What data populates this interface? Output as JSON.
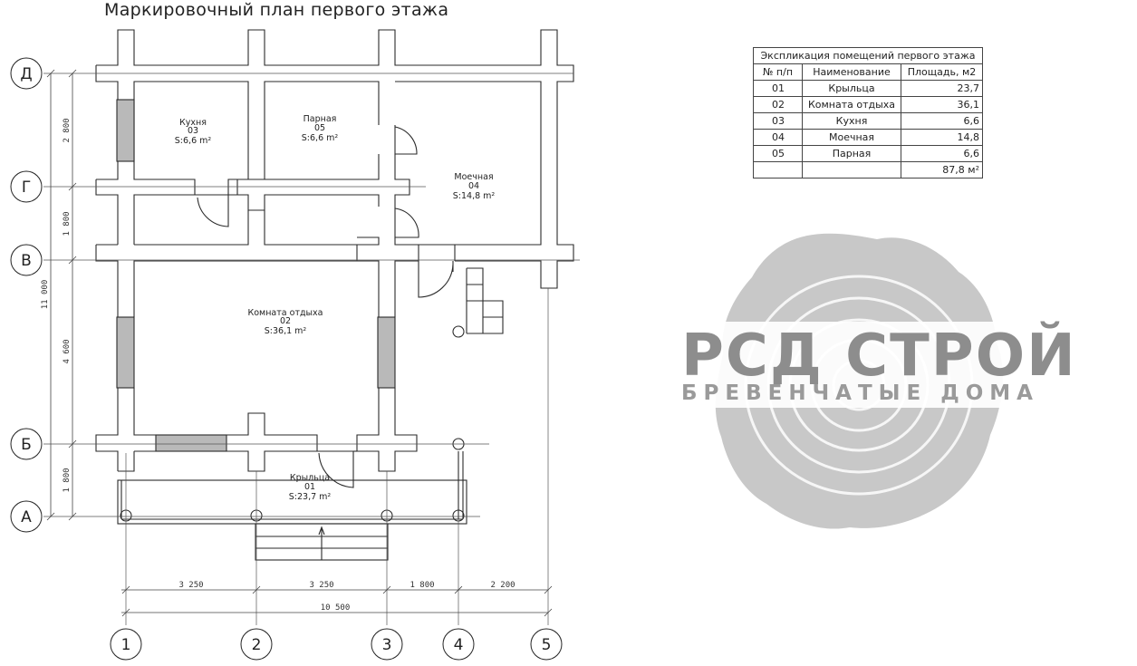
{
  "title": "Маркировочный план первого этажа",
  "axes_letters": [
    "Д",
    "Г",
    "В",
    "Б",
    "А"
  ],
  "axes_numbers": [
    "1",
    "2",
    "3",
    "4",
    "5"
  ],
  "dims_vertical": [
    "2 800",
    "1 800",
    "4 600",
    "1 800"
  ],
  "dim_vertical_total": "11 000",
  "dims_horizontal": [
    "3 250",
    "3 250",
    "1 800",
    "2 200"
  ],
  "dim_horizontal_total": "10 500",
  "rooms": [
    {
      "name": "Кухня",
      "num": "03",
      "area": "S:6,6 m²"
    },
    {
      "name": "Парная",
      "num": "05",
      "area": "S:6,6 m²"
    },
    {
      "name": "Моечная",
      "num": "04",
      "area": "S:14,8 m²"
    },
    {
      "name": "Комната отдыха",
      "num": "02",
      "area": "S:36,1 m²"
    },
    {
      "name": "Крыльца",
      "num": "01",
      "area": "S:23,7 m²"
    }
  ],
  "explication": {
    "caption": "Экспликация помещений первого этажа",
    "headers": [
      "№ п/п",
      "Наименование",
      "Площадь, м2"
    ],
    "rows": [
      {
        "num": "01",
        "name": "Крыльца",
        "area": "23,7"
      },
      {
        "num": "02",
        "name": "Комната отдыха",
        "area": "36,1"
      },
      {
        "num": "03",
        "name": "Кухня",
        "area": "6,6"
      },
      {
        "num": "04",
        "name": "Моечная",
        "area": "14,8"
      },
      {
        "num": "05",
        "name": "Парная",
        "area": "6,6"
      }
    ],
    "total": "87,8 м²"
  },
  "logo": {
    "main": "РСД СТРОЙ",
    "sub": "БРЕВЕНЧАТЫЕ ДОМА"
  },
  "colors": {
    "line": "#2a2a2a",
    "window_fill": "#b9b9b9",
    "logo": "#8d8d8d"
  }
}
